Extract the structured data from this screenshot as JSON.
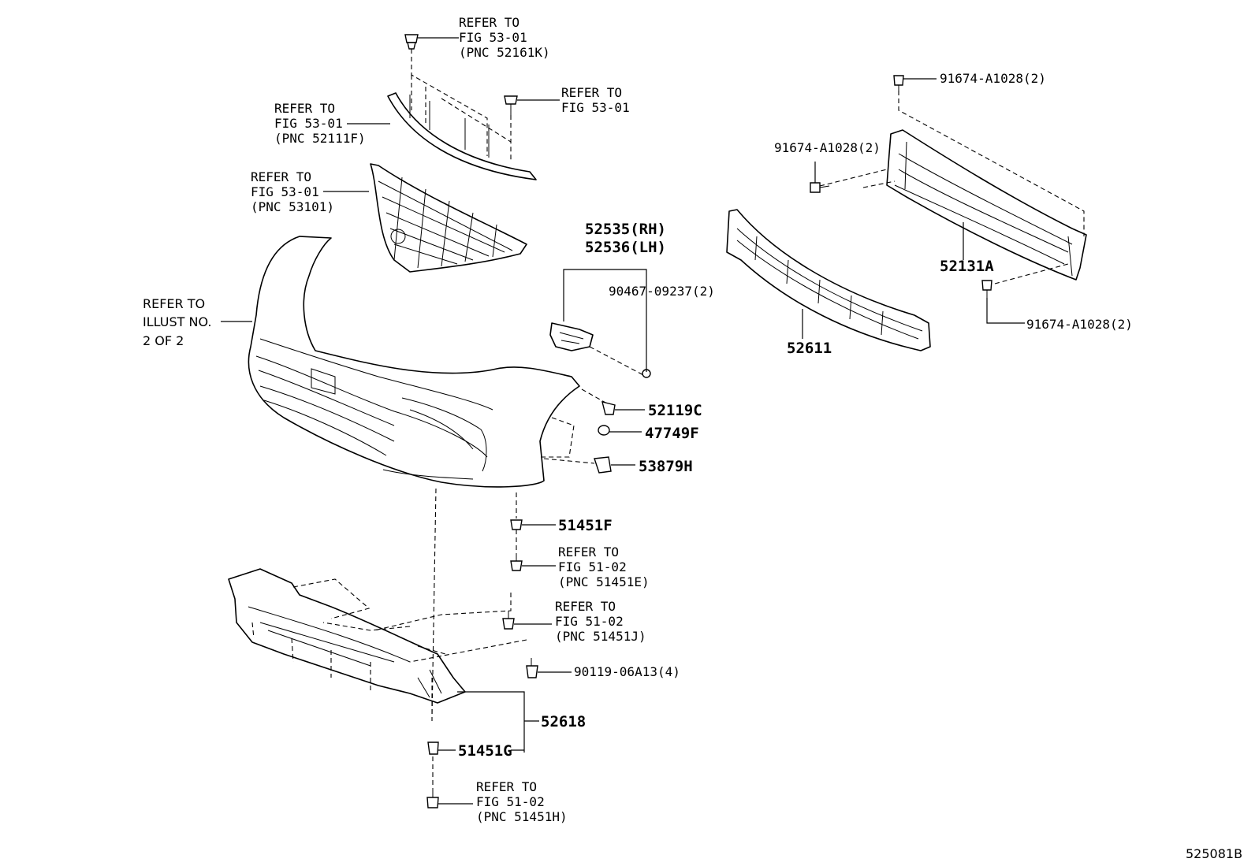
{
  "labels": {
    "refer_52161k": [
      "REFER TO",
      "FIG 53-01",
      "(PNC 52161K)"
    ],
    "refer_fig5301_screw": [
      "REFER TO",
      "FIG 53-01"
    ],
    "refer_52111f": [
      "REFER TO",
      "FIG 53-01",
      "(PNC 52111F)"
    ],
    "refer_53101": [
      "REFER TO",
      "FIG 53-01",
      "(PNC 53101)"
    ],
    "refer_illust": [
      "REFER TO",
      "ILLUST NO.",
      "2 OF 2"
    ],
    "refer_51451e": [
      "REFER TO",
      "FIG 51-02",
      "(PNC 51451E)"
    ],
    "refer_51451j": [
      "REFER TO",
      "FIG 51-02",
      "(PNC 51451J)"
    ],
    "refer_51451h": [
      "REFER TO",
      "FIG 51-02",
      "(PNC 51451H)"
    ]
  },
  "part_numbers": {
    "p52535": "52535(RH)",
    "p52536": "52536(LH)",
    "p90467": "90467-09237(2)",
    "p52119c": "52119C",
    "p47749f": "47749F",
    "p53879h": "53879H",
    "p51451f": "51451F",
    "p90119": "90119-06A13(4)",
    "p52618": "52618",
    "p51451g": "51451G",
    "p91674_top": "91674-A1028(2)",
    "p91674_left": "91674-A1028(2)",
    "p91674_bottom": "91674-A1028(2)",
    "p52131a": "52131A",
    "p52611": "52611"
  },
  "illustration_id": "525081B"
}
